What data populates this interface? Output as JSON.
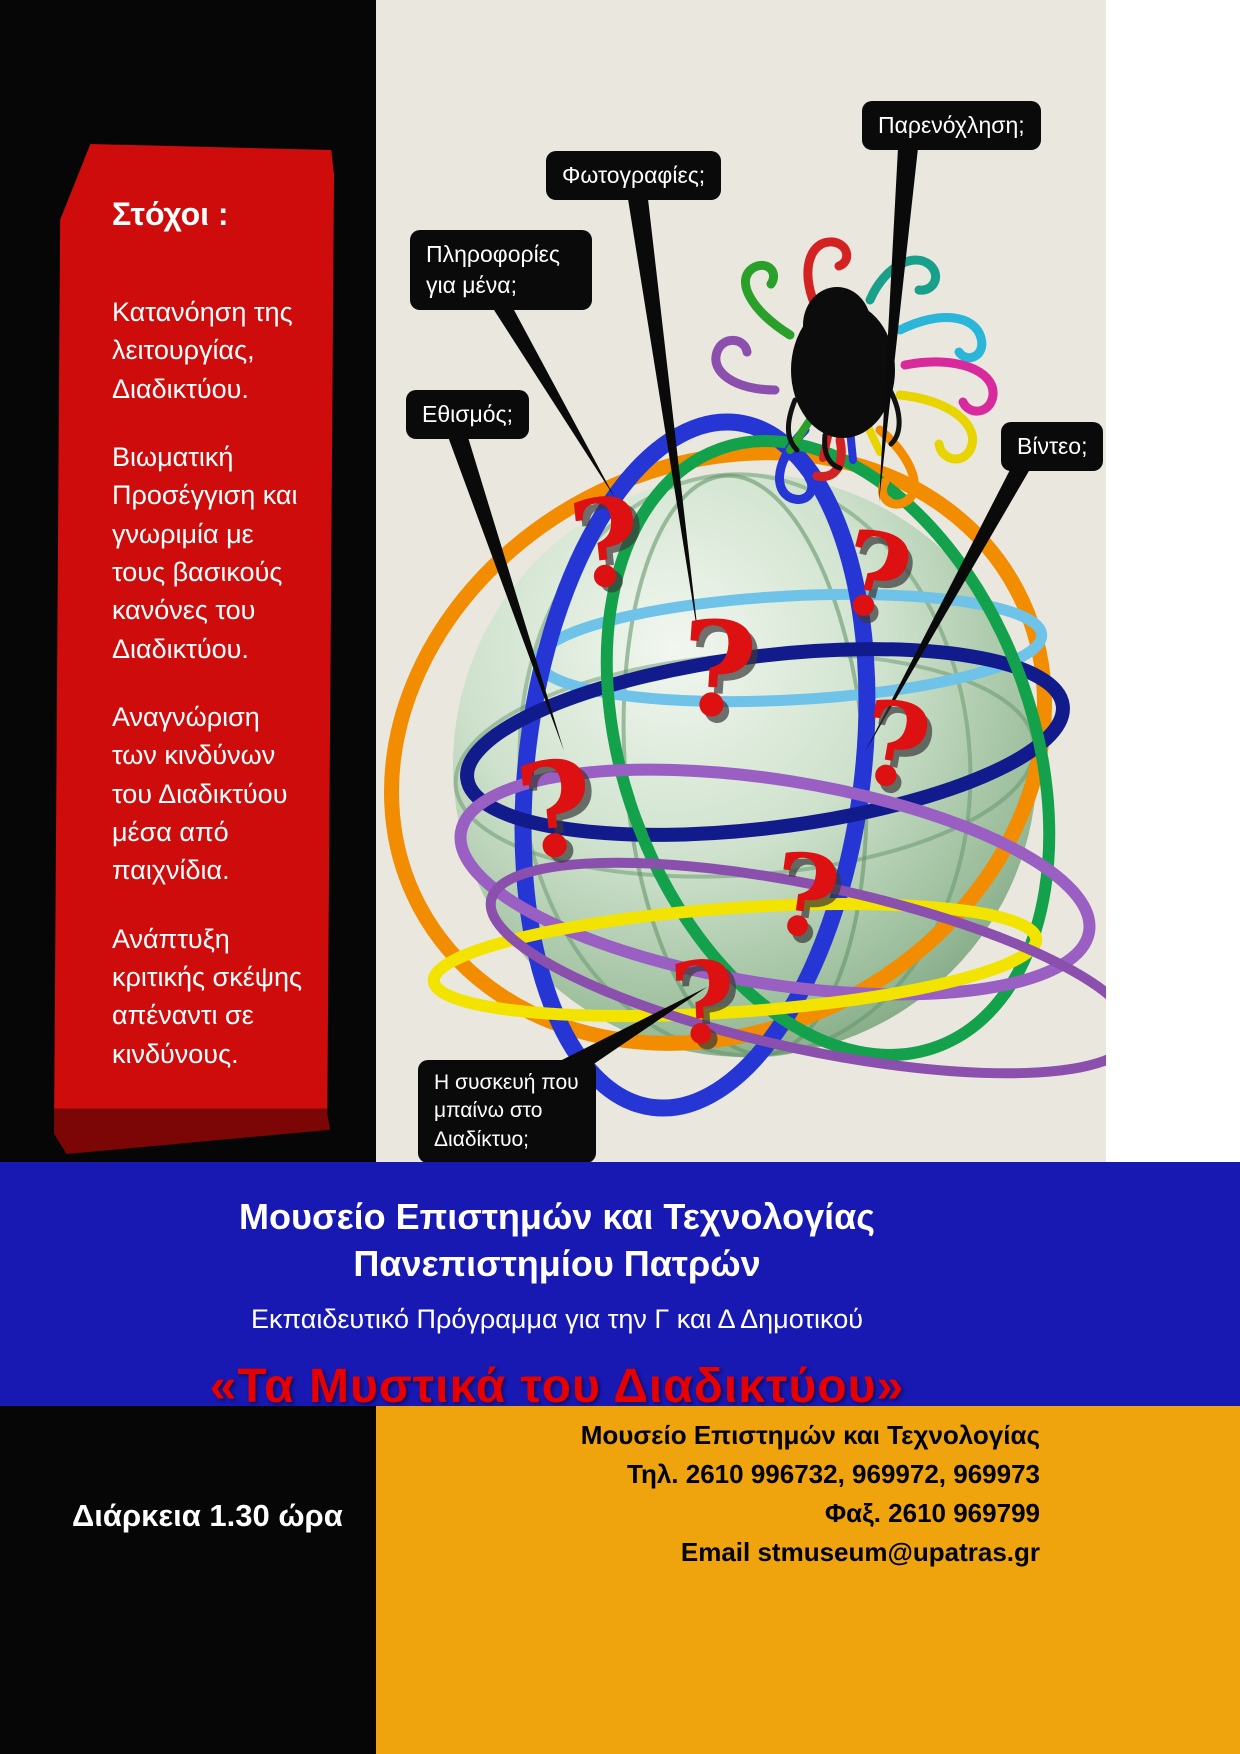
{
  "goals": {
    "title": "Στόχοι :",
    "items": [
      "Κατανόηση της λειτουργίας, Διαδικτύου.",
      "Βιωματική Προσέγγιση και γνωριμία με τους βασικούς κανόνες του Διαδικτύου.",
      "Αναγνώριση των  κινδύνων του Διαδικτύου μέσα από παιχνίδια.",
      "Ανάπτυξη κριτικής σκέψης απέναντι σε κινδύνους."
    ]
  },
  "callouts": {
    "harassment": "Παρενόχληση;",
    "photos": "Φωτογραφίες;",
    "info_about_me": "Πληροφορίες για μένα;",
    "addiction": "Εθισμός;",
    "video": "Βίντεο;",
    "device": "Η συσκευή που μπαίνω  στο Διαδίκτυο;"
  },
  "question_mark": "?",
  "banner": {
    "line1": "Μουσείο  Επιστημών και Τεχνολογίας",
    "line2": "Πανεπιστημίου Πατρών",
    "line3": "Εκπαιδευτικό Πρόγραμμα για την Γ και Δ Δημοτικού",
    "title": "«Τα Μυστικά του Διαδικτύου»"
  },
  "footer": {
    "duration": "Διάρκεια  1.30 ώρα",
    "contact": [
      "Μουσείο Επιστημών και Τεχνολογίας",
      "Τηλ. 2610 996732, 969972, 969973",
      "Φαξ. 2610 969799",
      "Email stmuseum@upatras.gr"
    ]
  },
  "colors": {
    "red_panel": "#ce0c0c",
    "blue_band": "#1818b2",
    "orange_band": "#efa40e",
    "title_red": "#e60000",
    "beige_bg": "#eae7df",
    "question_red": "#dd1111",
    "globe_green": "#9dbf9d"
  }
}
